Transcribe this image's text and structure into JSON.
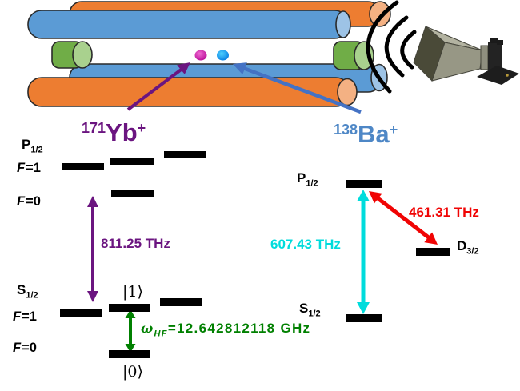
{
  "colors": {
    "purple": "#6B1580",
    "pointer_blue": "#4472C4",
    "ba_label_blue": "#4E87C6",
    "green": "#008000",
    "cyan": "#00DCDC",
    "red": "#F00404",
    "rod_blue": "#5B9BD5",
    "rod_orange": "#ED7D31",
    "endcap_green": "#70AD47",
    "ion_magenta": "#C0079C",
    "ion_blue": "#00A0F0"
  },
  "trap": {
    "yb_ion_label": {
      "sup": "171",
      "main": "Yb",
      "charge": "+"
    },
    "ba_ion_label": {
      "sup": "138",
      "main": "Ba",
      "charge": "+"
    }
  },
  "yb_levels": {
    "p_term": {
      "main": "P",
      "sub": "1/2"
    },
    "p_f1": {
      "sym": "F",
      "rest": "=1"
    },
    "p_f0": {
      "sym": "F",
      "rest": "=0"
    },
    "s_term": {
      "main": "S",
      "sub": "1/2"
    },
    "s_f1": {
      "sym": "F",
      "rest": "=1"
    },
    "s_f0": {
      "sym": "F",
      "rest": "=0"
    },
    "optical_transition": "811.25 THz",
    "ket_one": "|1⟩",
    "ket_zero": "|0⟩",
    "hyperfine": {
      "omega": "ω",
      "sub": "HF",
      "value": "=12.642812118 GHz"
    }
  },
  "ba_levels": {
    "p_term": {
      "main": "P",
      "sub": "1/2"
    },
    "s_term": {
      "main": "S",
      "sub": "1/2"
    },
    "d_term": {
      "main": "D",
      "sub": "3/2"
    },
    "transition_sp": "607.43 THz",
    "transition_pd": "461.31 THz"
  }
}
